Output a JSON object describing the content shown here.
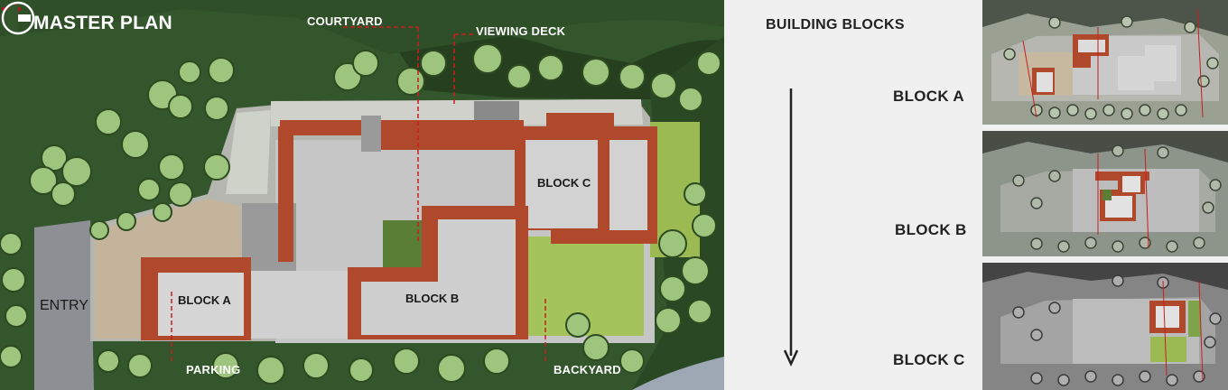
{
  "master_plan": {
    "title": "MASTER PLAN",
    "labels": {
      "courtyard": "COURTYARD",
      "viewing_deck": "VIEWING DECK",
      "parking": "PARKING",
      "backyard": "BACKYARD",
      "entry": "ENTRY"
    },
    "blocks": [
      "BLOCK A",
      "BLOCK B",
      "BLOCK C"
    ],
    "colors": {
      "ground": "#33562c",
      "roof": "#b0482b",
      "slab": "#c9c9c9",
      "lawn": "#a5c35b",
      "leader": "#c81e1e"
    }
  },
  "sequence": {
    "title": "BUILDING BLOCKS",
    "items": [
      {
        "label": "BLOCK A"
      },
      {
        "label": "BLOCK B"
      },
      {
        "label": "BLOCK C"
      }
    ]
  },
  "icons": [
    "compass-icon",
    "entry-arrow-icon",
    "sequence-arrow-icon"
  ]
}
